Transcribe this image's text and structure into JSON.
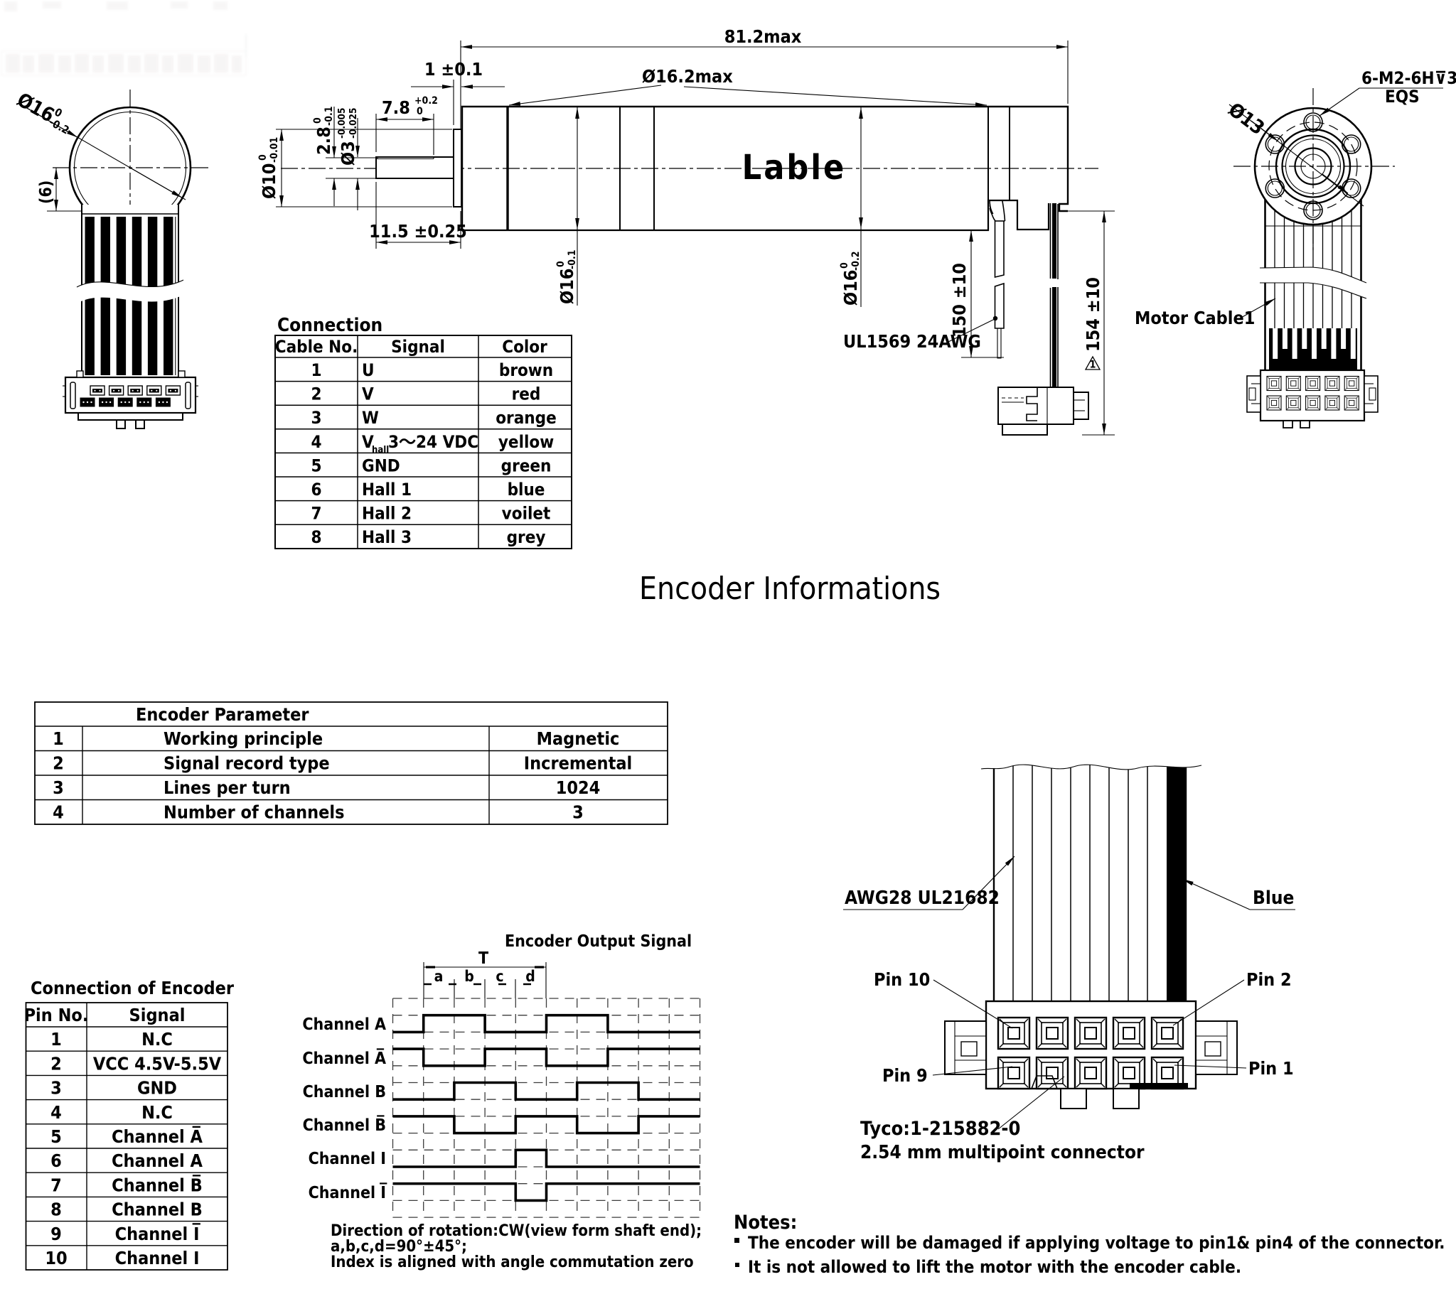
{
  "front_view": {
    "diameter_label": "Ø16",
    "diameter_tol_upper": "0",
    "diameter_tol_lower": "-0.2",
    "cable_width_label": "(6)"
  },
  "side_view": {
    "length_dim": "81.2max",
    "max_diameter_dim": "Ø16.2max",
    "washer_dim": "1 ±0.1",
    "flat_dim": "2.8",
    "flat_tol_upper": "0",
    "flat_tol_lower": "-0.1",
    "shaft_dia": "Ø3",
    "shaft_tol_upper": "-0.005",
    "shaft_tol_lower": "-0.025",
    "boss_dia": "Ø10",
    "boss_tol_upper": "0",
    "boss_tol_lower": "-0.01",
    "flat_len_dim": "7.8",
    "flat_len_tol_upper": "+0.2",
    "flat_len_tol_lower": "0",
    "shaft_len_dim": "11.5 ±0.25",
    "front_dia": "Ø16",
    "front_dia_tol_upper": "0",
    "front_dia_tol_lower": "-0.1",
    "body_dia": "Ø16",
    "body_dia_tol_upper": "0",
    "body_dia_tol_lower": "-0.2",
    "label_text": "Lable",
    "wire_len_dim": "150 ±10",
    "wire_spec": "UL1569 24AWG",
    "cable_len_dim": "154 ±10",
    "revision_flag": "1",
    "motor_cable_label": "Motor Cable1"
  },
  "rear_view": {
    "bolt_circle_dim": "Ø13",
    "screw_spec": "6-M2-6H⊽3",
    "screw_spec_note": "EQS"
  },
  "connection_table": {
    "title": "Connection",
    "headers": [
      "Cable No.",
      "Signal",
      "Color"
    ],
    "rows": [
      {
        "no": "1",
        "signal": "U",
        "color": "brown"
      },
      {
        "no": "2",
        "signal": "V",
        "color": "red"
      },
      {
        "no": "3",
        "signal": "W",
        "color": "orange"
      },
      {
        "no": "4",
        "signal_base": "V",
        "signal_sub": "hall",
        "signal_rest": "3～24 VDC",
        "color": "yellow"
      },
      {
        "no": "5",
        "signal": "GND",
        "color": "green"
      },
      {
        "no": "6",
        "signal": "Hall 1",
        "color": "blue"
      },
      {
        "no": "7",
        "signal": "Hall 2",
        "color": "voilet"
      },
      {
        "no": "8",
        "signal": "Hall 3",
        "color": "grey"
      }
    ]
  },
  "encoder_info_title": "Encoder Informations",
  "encoder_parameter_table": {
    "title": "Encoder Parameter",
    "rows": [
      {
        "no": "1",
        "parameter": "Working principle",
        "value": "Magnetic"
      },
      {
        "no": "2",
        "parameter": "Signal record type",
        "value": "Incremental"
      },
      {
        "no": "3",
        "parameter": "Lines per turn",
        "value": "1024"
      },
      {
        "no": "4",
        "parameter": "Number of channels",
        "value": "3"
      }
    ]
  },
  "encoder_connection_table": {
    "title": "Connection of Encoder",
    "headers": [
      "Pin No.",
      "Signal"
    ],
    "rows": [
      {
        "no": "1",
        "signal": "N.C"
      },
      {
        "no": "2",
        "signal": "VCC 4.5V-5.5V"
      },
      {
        "no": "3",
        "signal": "GND"
      },
      {
        "no": "4",
        "signal": "N.C"
      },
      {
        "no": "5",
        "signal": "Channel A̅"
      },
      {
        "no": "6",
        "signal": "Channel A"
      },
      {
        "no": "7",
        "signal": "Channel B̅"
      },
      {
        "no": "8",
        "signal": "Channel B"
      },
      {
        "no": "9",
        "signal": "Channel I̅"
      },
      {
        "no": "10",
        "signal": "Channel I"
      }
    ]
  },
  "waveform": {
    "title": "Encoder Output Signal",
    "period_label": "T",
    "interval_labels": [
      "a",
      "b",
      "c",
      "d"
    ],
    "channels": [
      {
        "label": "Channel A",
        "levels": [
          0,
          1,
          1,
          0,
          0,
          1,
          1,
          0,
          0,
          0
        ]
      },
      {
        "label": "Channel A̅",
        "levels": [
          1,
          0,
          0,
          1,
          1,
          0,
          0,
          1,
          1,
          1
        ]
      },
      {
        "label": "Channel B",
        "levels": [
          0,
          0,
          1,
          1,
          0,
          0,
          1,
          1,
          0,
          0
        ]
      },
      {
        "label": "Channel B̅",
        "levels": [
          1,
          1,
          0,
          0,
          1,
          1,
          0,
          0,
          1,
          1
        ]
      },
      {
        "label": "Channel I",
        "levels": [
          0,
          0,
          0,
          0,
          1,
          0,
          0,
          0,
          0,
          0
        ]
      },
      {
        "label": "Channel I̅",
        "levels": [
          1,
          1,
          1,
          1,
          0,
          1,
          1,
          1,
          1,
          1
        ]
      }
    ],
    "notes": [
      "Direction of rotation:CW(view form shaft end);",
      "a,b,c,d=90°±45°;",
      "Index is aligned with angle commutation zero"
    ]
  },
  "connector_detail": {
    "wire_spec": "AWG28 UL21682",
    "wire_color": "Blue",
    "pin10_label": "Pin 10",
    "pin2_label": "Pin 2",
    "pin9_label": "Pin 9",
    "pin1_label": "Pin 1",
    "part_number": "Tyco:1-215882-0",
    "description": "2.54 mm multipoint connector"
  },
  "notes": {
    "title": "Notes:",
    "bullet": "·",
    "items": [
      "The encoder will be damaged if applying voltage to pin1& pin4 of the connector.",
      "It is not allowed to lift the motor with the encoder cable."
    ]
  }
}
